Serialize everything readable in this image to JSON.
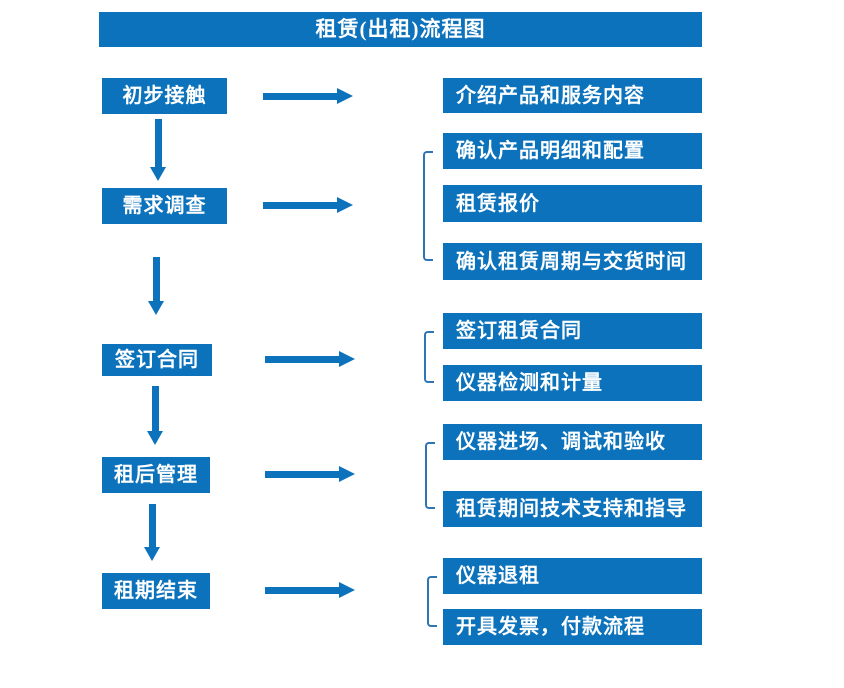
{
  "colors": {
    "primary": "#0c72bb",
    "bracket": "#2e75b6",
    "text_on_primary": "#ffffff",
    "background": "#ffffff"
  },
  "title": "租赁(出租)流程图",
  "steps": [
    {
      "label": "初步接触",
      "outputs": [
        "介绍产品和服务内容"
      ]
    },
    {
      "label": "需求调查",
      "outputs": [
        "确认产品明细和配置",
        "租赁报价",
        "确认租赁周期与交货时间"
      ]
    },
    {
      "label": "签订合同",
      "outputs": [
        "签订租赁合同",
        "仪器检测和计量"
      ]
    },
    {
      "label": "租后管理",
      "outputs": [
        "仪器进场、调试和验收",
        "租赁期间技术支持和指导"
      ]
    },
    {
      "label": "租期结束",
      "outputs": [
        "仪器退租",
        "开具发票，付款流程"
      ]
    }
  ]
}
